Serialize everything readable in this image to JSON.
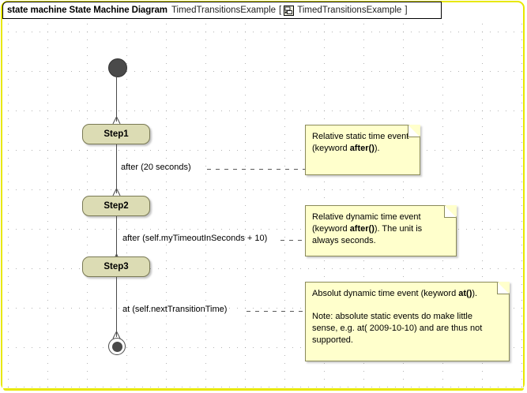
{
  "header": {
    "kind": "state machine State Machine Diagram",
    "name": "TimedTransitionsExample",
    "bracket_open": "[",
    "icon": "state-machine-icon",
    "qualified_name": "TimedTransitionsExample",
    "bracket_close": "]"
  },
  "diagram": {
    "title": "TimedTransitionsExample",
    "type": "uml-state-machine",
    "nodes": [
      {
        "id": "initial",
        "kind": "initial-node",
        "label": ""
      },
      {
        "id": "step1",
        "kind": "state",
        "label": "Step1"
      },
      {
        "id": "step2",
        "kind": "state",
        "label": "Step2"
      },
      {
        "id": "step3",
        "kind": "state",
        "label": "Step3"
      },
      {
        "id": "final",
        "kind": "final-node",
        "label": ""
      }
    ],
    "transitions": [
      {
        "from": "initial",
        "to": "step1",
        "label": ""
      },
      {
        "from": "step1",
        "to": "step2",
        "label": "after (20 seconds)"
      },
      {
        "from": "step2",
        "to": "step3",
        "label": "after (self.myTimeoutInSeconds + 10)"
      },
      {
        "from": "step3",
        "to": "final",
        "label": "at (self.nextTransitionTime)"
      }
    ],
    "notes": [
      {
        "id": "note1",
        "attached_to": "after (20 seconds)",
        "line1_pre": "Relative static time event",
        "line2_pre": "(keyword ",
        "line2_bold": "after()",
        "line2_post": ")."
      },
      {
        "id": "note2",
        "attached_to": "after (self.myTimeoutInSeconds + 10)",
        "line1_pre": "Relative dynamic time event",
        "line2_pre": "(keyword ",
        "line2_bold": "after()",
        "line2_post": "). The unit is",
        "line3": "always seconds."
      },
      {
        "id": "note3",
        "attached_to": "at (self.nextTransitionTime)",
        "line1_pre": "Absolut dynamic time event (keyword ",
        "line1_bold": "at()",
        "line1_post": ").",
        "para2_line1": "Note: absolute static events do make little",
        "para2_line2": "sense, e.g. at( 2009-10-10) and are thus not",
        "para2_line3": "supported."
      }
    ]
  },
  "colors": {
    "frame_border": "#e8e800",
    "state_fill": "#dcdcb4",
    "state_stroke": "#7a7a55",
    "note_fill": "#ffffcc",
    "note_stroke": "#8a8a5a",
    "node_fill": "#4a4a4a",
    "canvas": "#ffffff"
  }
}
